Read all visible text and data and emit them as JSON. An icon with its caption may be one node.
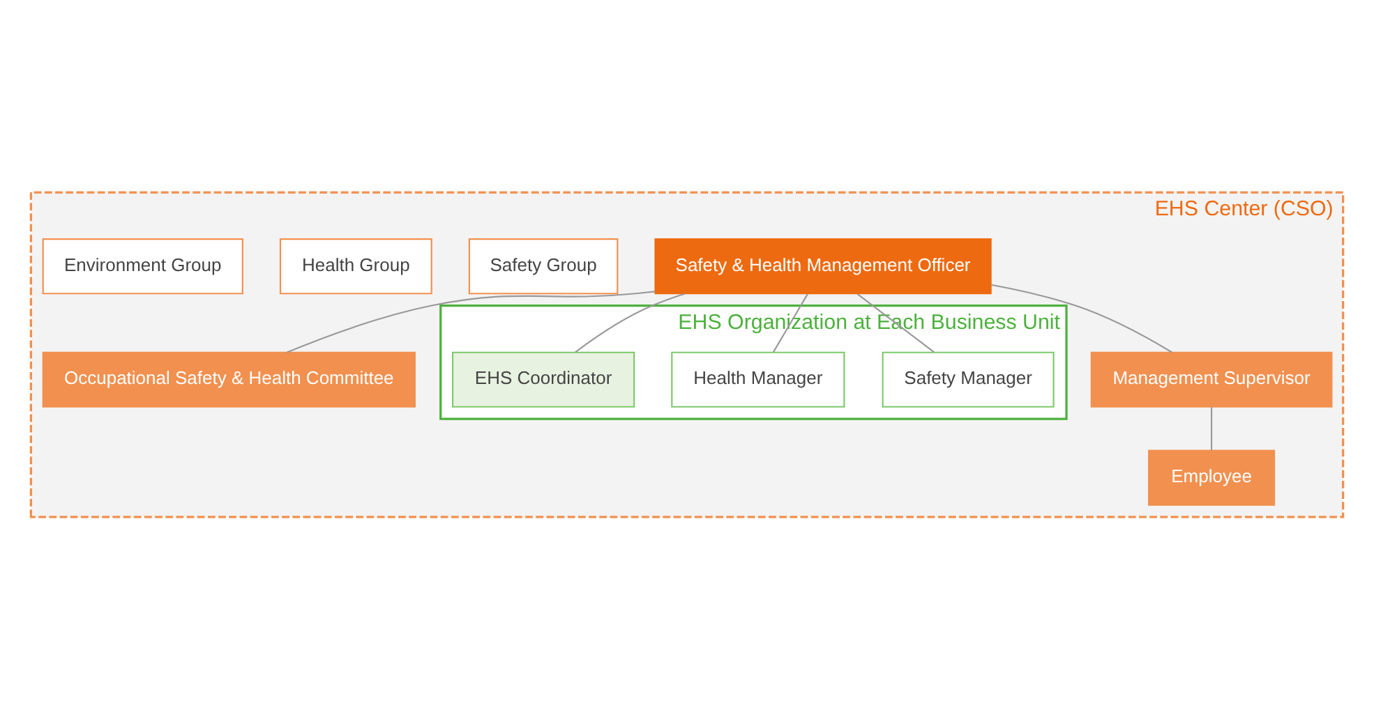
{
  "diagram": {
    "nodes": [
      {
        "text": [
          "EHS Center (CSO)"
        ]
      },
      {
        "text": [
          "Safety & Health Management Officer"
        ],
        "in": 0
      },
      {
        "text": [
          "Occupational Safety & Health Committee"
        ],
        "in": 0
      },
      {
        "text": [
          "EHS Organization at Each Business Unit"
        ],
        "in": 0
      },
      {
        "text": [
          "Safety Manager"
        ],
        "in": 3
      },
      {
        "text": [
          "Health Manager"
        ],
        "in": 3
      },
      {
        "text": [
          "EHS Coordinator"
        ],
        "in": 3
      },
      {
        "text": [
          "Management Supervisor"
        ],
        "in": 0
      },
      {
        "text": [
          "Employee"
        ],
        "in": 0
      },
      {
        "text": [
          "Safety Group"
        ],
        "in": 0
      },
      {
        "text": [
          "Health Group"
        ],
        "in": 0
      },
      {
        "text": [
          "Environment Group"
        ],
        "in": 0
      }
    ],
    "edges": [
      {
        "from": 1,
        "to": 2,
        "arrow": "none"
      },
      {
        "from": 1,
        "to": 4,
        "arrow": "none"
      },
      {
        "from": 1,
        "to": 5,
        "arrow": "none"
      },
      {
        "from": 1,
        "to": 6,
        "arrow": "none"
      },
      {
        "from": 1,
        "to": 7,
        "arrow": "none"
      },
      {
        "from": 7,
        "to": 8,
        "arrow": "none"
      }
    ]
  }
}
